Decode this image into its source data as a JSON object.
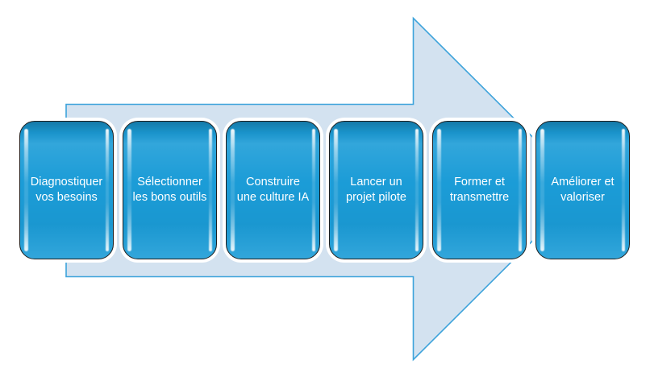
{
  "diagram": {
    "type": "horizontal-process-arrow",
    "steps": [
      {
        "label": "Diagnostiquer\nvos besoins"
      },
      {
        "label": "Sélectionner\nles bons outils"
      },
      {
        "label": "Construire\nune culture IA"
      },
      {
        "label": "Lancer un\nprojet pilote"
      },
      {
        "label": "Former et\ntransmettre"
      },
      {
        "label": "Améliorer et\nvaloriser"
      }
    ],
    "colors": {
      "box_fill": "#1B9CD7",
      "box_border": "#1F1F1F",
      "box_text": "#FFFFFF",
      "box_halo": "#FFFFFF",
      "arrow_fill": "#D3E2F0",
      "arrow_border": "#3DA3DB",
      "background": "#FFFFFF"
    }
  }
}
